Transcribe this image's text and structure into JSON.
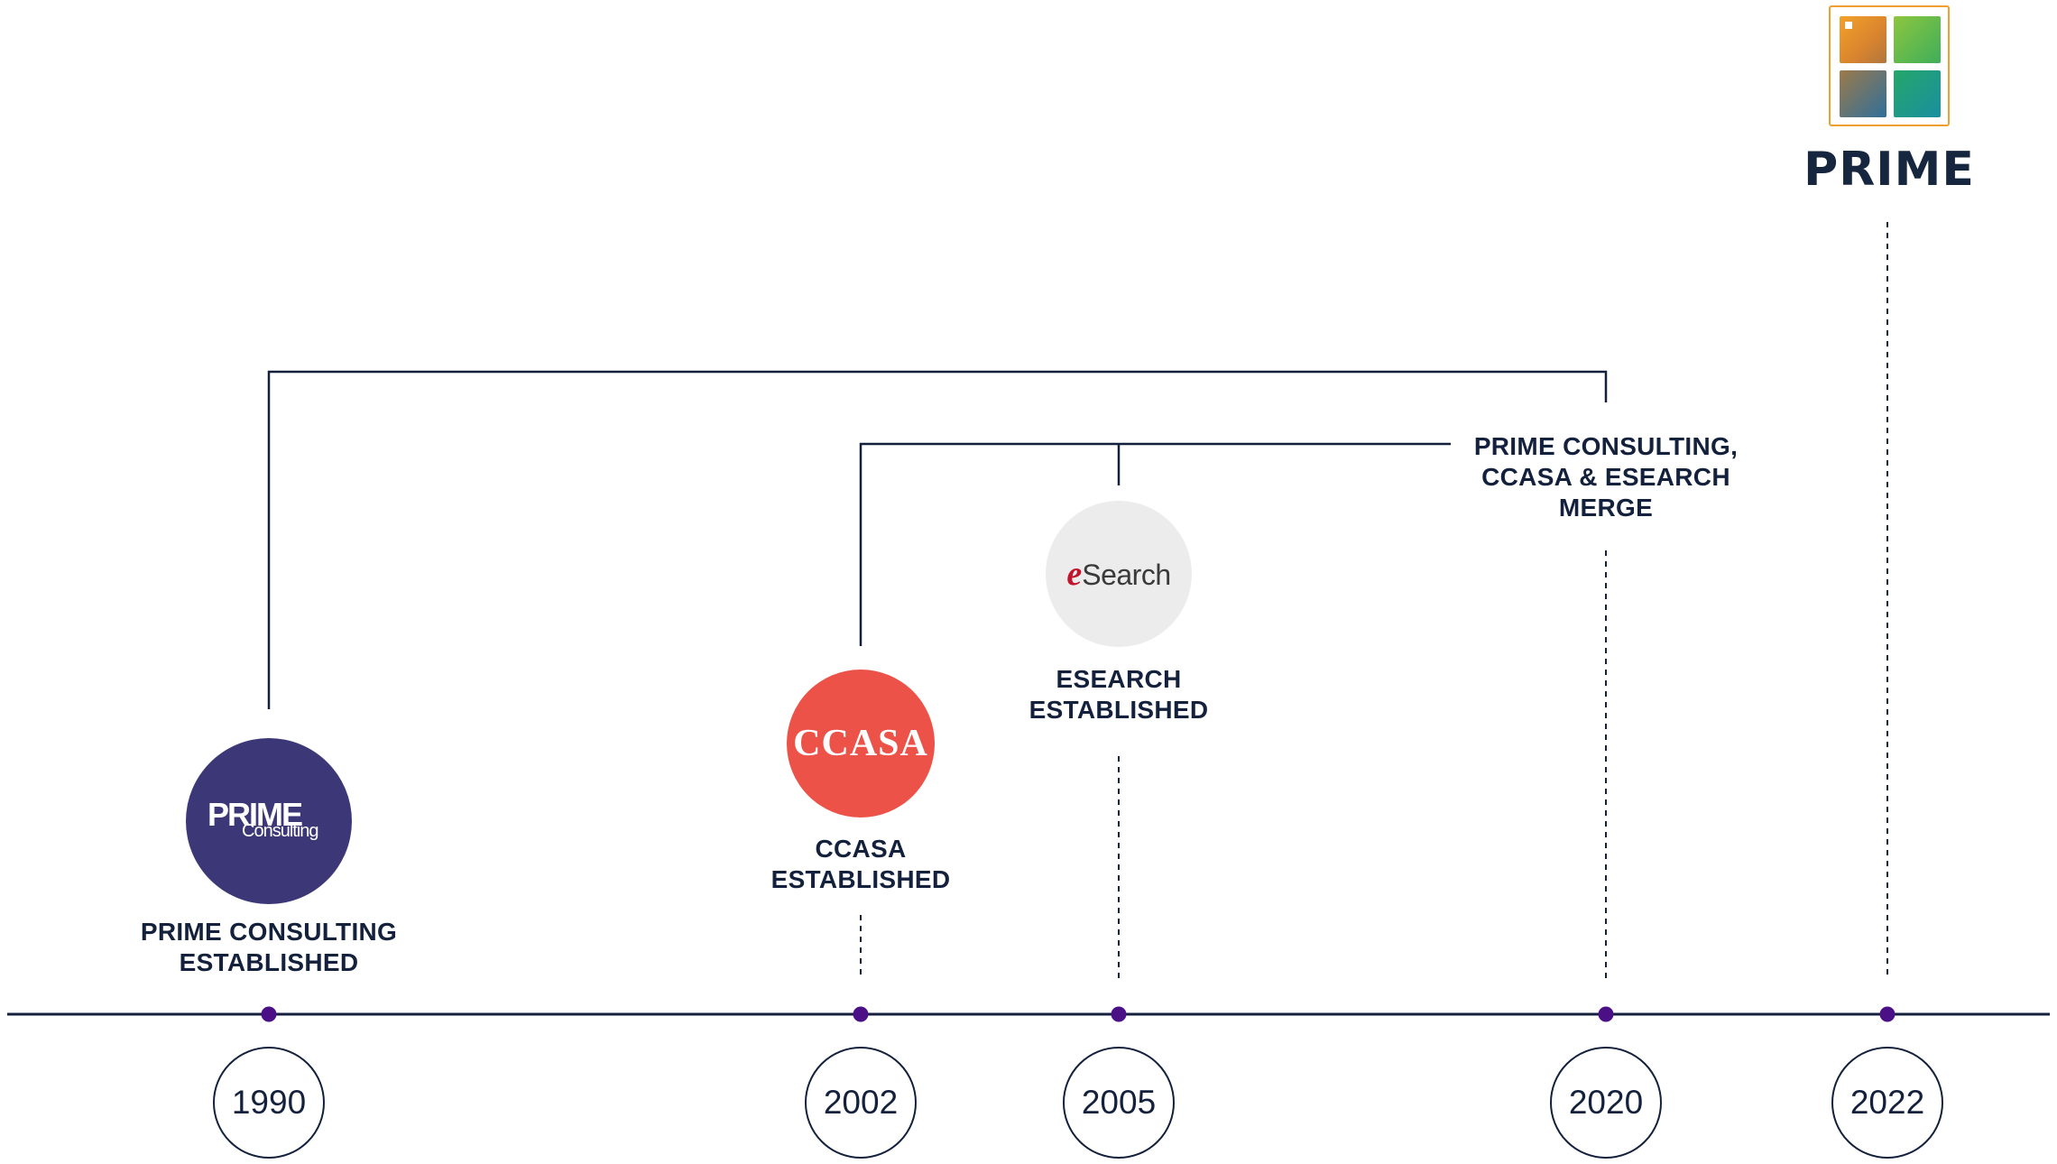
{
  "events": [
    {
      "year": "1990",
      "label": "PRIME CONSULTING\nESTABLISHED",
      "logo": {
        "type": "prime-consulting",
        "text_main": "PRIME",
        "text_sub": "Consulting",
        "bg": "#3c3878"
      }
    },
    {
      "year": "2002",
      "label": "CCASA\nESTABLISHED",
      "logo": {
        "type": "ccasa",
        "text": "CCASA",
        "bg": "#ec5248"
      }
    },
    {
      "year": "2005",
      "label": "ESEARCH\nESTABLISHED",
      "logo": {
        "type": "esearch",
        "text_e": "e",
        "text_rest": "Search",
        "bg": "#ececec",
        "accent": "#c1152d"
      }
    },
    {
      "year": "2020",
      "label": "PRIME CONSULTING,\nCCASA & ESEARCH\nMERGE"
    },
    {
      "year": "2022",
      "logo": {
        "type": "prime",
        "text": "PRIME"
      }
    }
  ],
  "colors": {
    "line": "#14213d",
    "dot": "#4b0f86",
    "text": "#14213d"
  }
}
